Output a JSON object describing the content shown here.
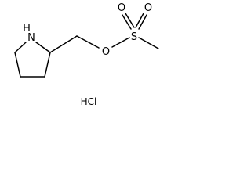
{
  "structure": {
    "atoms": {
      "n": "N",
      "h": "H",
      "o_ester": "O",
      "s": "S",
      "o_top_left": "O",
      "o_top_right": "O"
    },
    "salt": "HCl"
  },
  "colors": {
    "ink": "#000000",
    "background": "#ffffff"
  }
}
